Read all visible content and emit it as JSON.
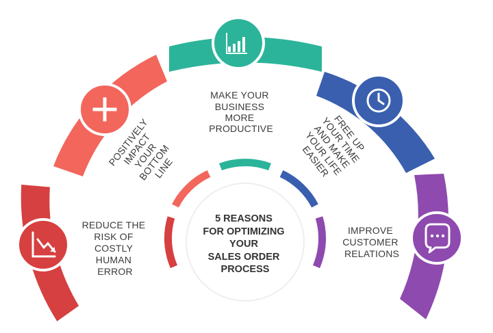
{
  "center": {
    "lines": [
      "5 REASONS",
      "FOR OPTIMIZING",
      "YOUR",
      "SALES ORDER",
      "PROCESS"
    ]
  },
  "segments": [
    {
      "id": "reduce-risk",
      "lines": [
        "REDUCE THE",
        "RISK OF",
        "COSTLY",
        "HUMAN",
        "ERROR"
      ],
      "color": "#d64040",
      "icon": "declining-chart-icon"
    },
    {
      "id": "bottom-line",
      "lines": [
        "POSITIVELY",
        "IMPACT",
        "YOUR",
        "BOTTOM",
        "LINE"
      ],
      "color": "#f2665c",
      "icon": "plus-icon"
    },
    {
      "id": "productive",
      "lines": [
        "MAKE YOUR",
        "BUSINESS",
        "MORE",
        "PRODUCTIVE"
      ],
      "color": "#2bb49a",
      "icon": "bar-chart-icon"
    },
    {
      "id": "free-time",
      "lines": [
        "FREE UP",
        "YOUR TIME",
        "AND MAKE",
        "YOUR LIFE",
        "EASIER"
      ],
      "color": "#3a5fae",
      "icon": "clock-icon"
    },
    {
      "id": "customer-relations",
      "lines": [
        "IMPROVE",
        "CUSTOMER",
        "RELATIONS"
      ],
      "color": "#8e4aae",
      "icon": "chat-bubble-icon"
    }
  ]
}
